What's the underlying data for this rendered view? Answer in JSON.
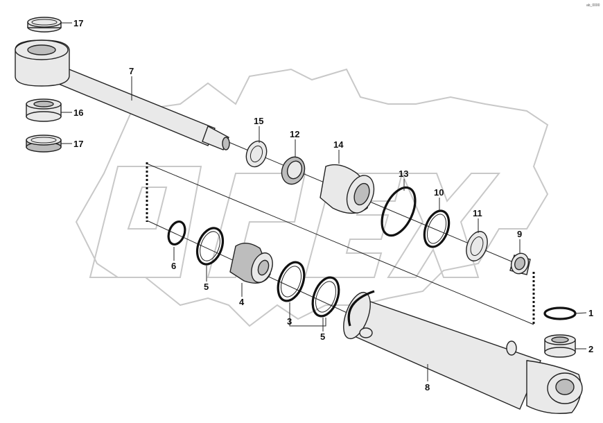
{
  "corner_code": "ab_0000",
  "watermark": "OPEX",
  "callouts": [
    {
      "id": "c17a",
      "text": "17"
    },
    {
      "id": "c7",
      "text": "7"
    },
    {
      "id": "c16",
      "text": "16"
    },
    {
      "id": "c17b",
      "text": "17"
    },
    {
      "id": "c15",
      "text": "15"
    },
    {
      "id": "c12",
      "text": "12"
    },
    {
      "id": "c14",
      "text": "14"
    },
    {
      "id": "c13",
      "text": "13"
    },
    {
      "id": "c10",
      "text": "10"
    },
    {
      "id": "c11",
      "text": "11"
    },
    {
      "id": "c9",
      "text": "9"
    },
    {
      "id": "c6",
      "text": "6"
    },
    {
      "id": "c5a",
      "text": "5"
    },
    {
      "id": "c4",
      "text": "4"
    },
    {
      "id": "c3",
      "text": "3"
    },
    {
      "id": "c5b",
      "text": "5"
    },
    {
      "id": "c1",
      "text": "1"
    },
    {
      "id": "c2",
      "text": "2"
    },
    {
      "id": "c8",
      "text": "8"
    }
  ]
}
